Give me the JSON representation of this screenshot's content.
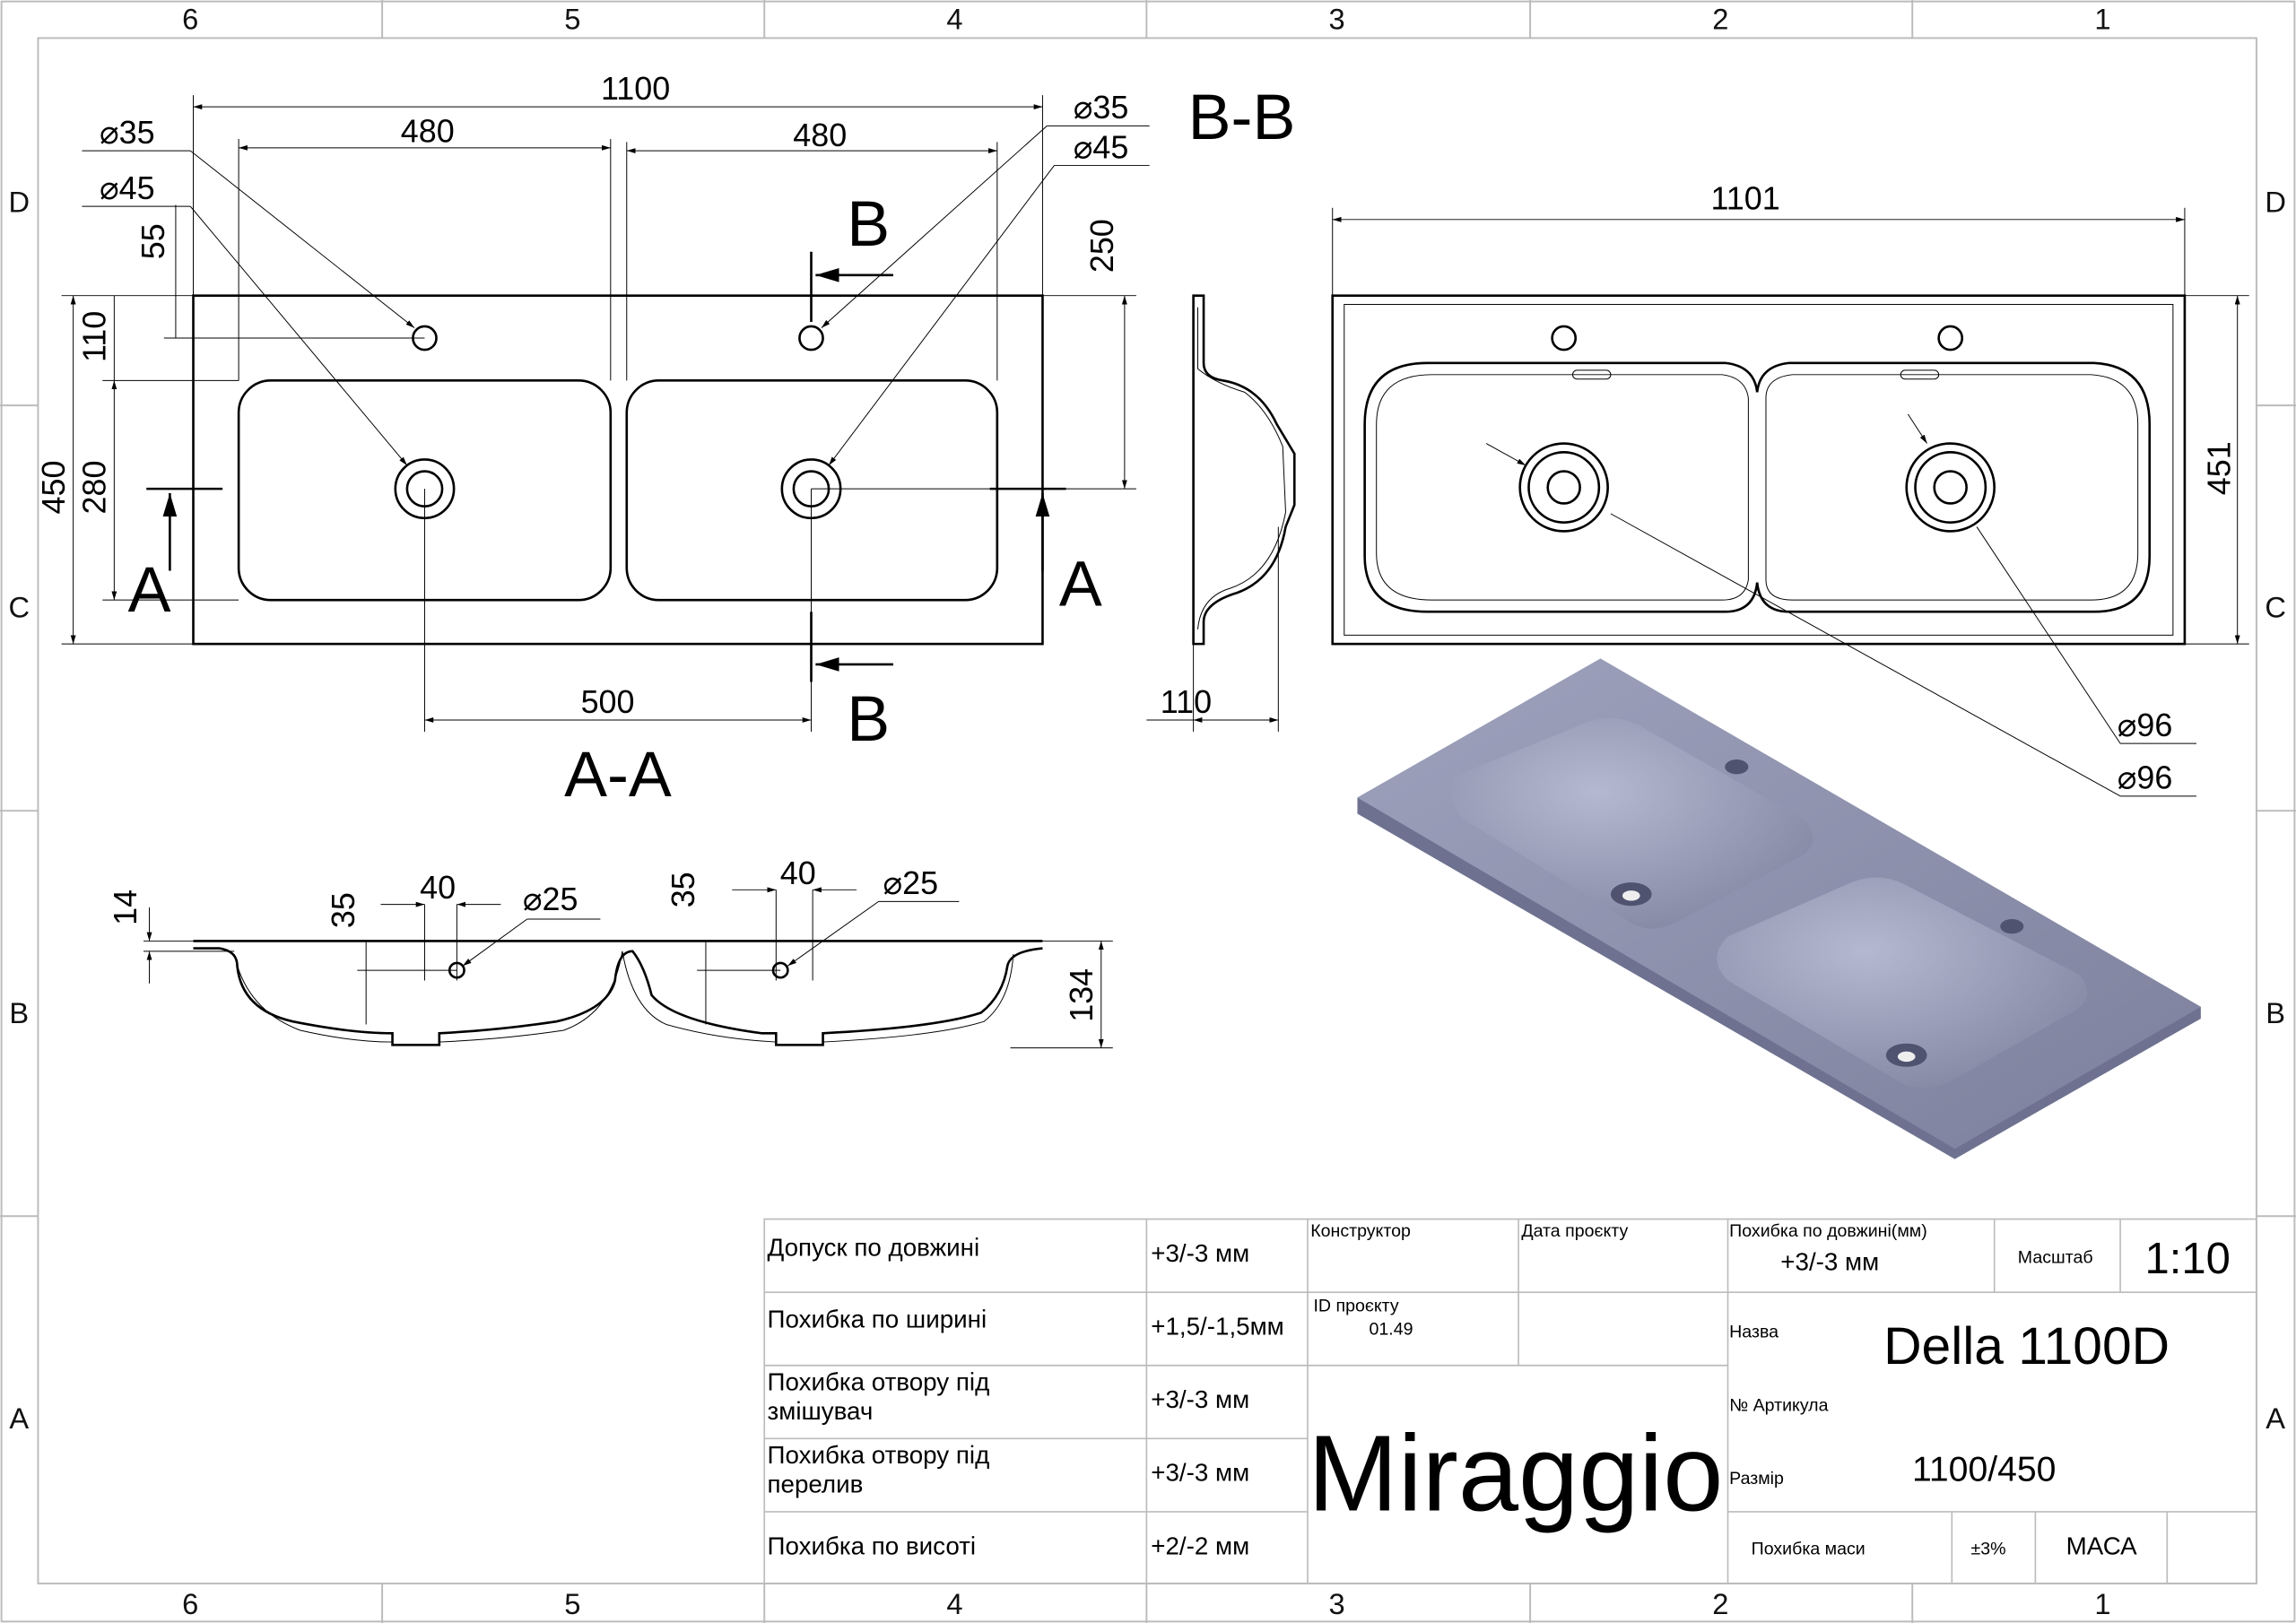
{
  "grid": {
    "columns": [
      "6",
      "5",
      "4",
      "3",
      "2",
      "1"
    ],
    "rows": [
      "D",
      "C",
      "B",
      "A"
    ]
  },
  "views": {
    "section_aa": "A-A",
    "section_bb": "B-B",
    "marker_a": "A",
    "marker_b": "B"
  },
  "dimensions": {
    "overall_length": "1100",
    "basin_width_left": "480",
    "basin_width_right": "480",
    "drain_spacing": "500",
    "overall_depth": "450",
    "basin_depth": "280",
    "edge_offset": "110",
    "hole_offset": "55",
    "drain_offset": "250",
    "hole_dia_left": "35",
    "drain_dia_left": "45",
    "hole_dia_right": "35",
    "drain_dia_right": "45",
    "side_depth": "110",
    "rv_length": "1101",
    "rv_depth": "451",
    "rv_drain_dia_1": "96",
    "rv_drain_dia_2": "96",
    "sec_top": "14",
    "sec_overflow_left": "35",
    "sec_40_left": "40",
    "sec_dia_left": "25",
    "sec_overflow_right": "35",
    "sec_40_right": "40",
    "sec_dia_right": "25",
    "sec_height": "134"
  },
  "title_block": {
    "tolerances": [
      {
        "label": "Допуск по довжині",
        "value": "+3/-3 мм"
      },
      {
        "label": "Похибка по ширині",
        "value": "+1,5/-1,5мм"
      },
      {
        "label": "Похибка отвору під змішувач",
        "value": "+3/-3 мм"
      },
      {
        "label": "Похибка отвору під перелив",
        "value": "+3/-3 мм"
      },
      {
        "label": "Похибка по висоті",
        "value": "+2/-2 мм"
      }
    ],
    "designer_label": "Конструктор",
    "date_label": "Дата проєкту",
    "project_id_label": "ID проєкту",
    "project_id": "01.49",
    "brand": "Miraggio",
    "length_tol_label": "Похибка по довжині(мм)",
    "length_tol_value": "+3/-3 мм",
    "scale_label": "Масштаб",
    "scale_value": "1:10",
    "name_label": "Назва",
    "name_value": "Della 1100D",
    "article_label": "№ Артикула",
    "size_label": "Размір",
    "size_value": "1100/450",
    "mass_tol_label": "Похибка маси",
    "mass_tol_value": "±3%",
    "mass_label": "МАСА"
  }
}
